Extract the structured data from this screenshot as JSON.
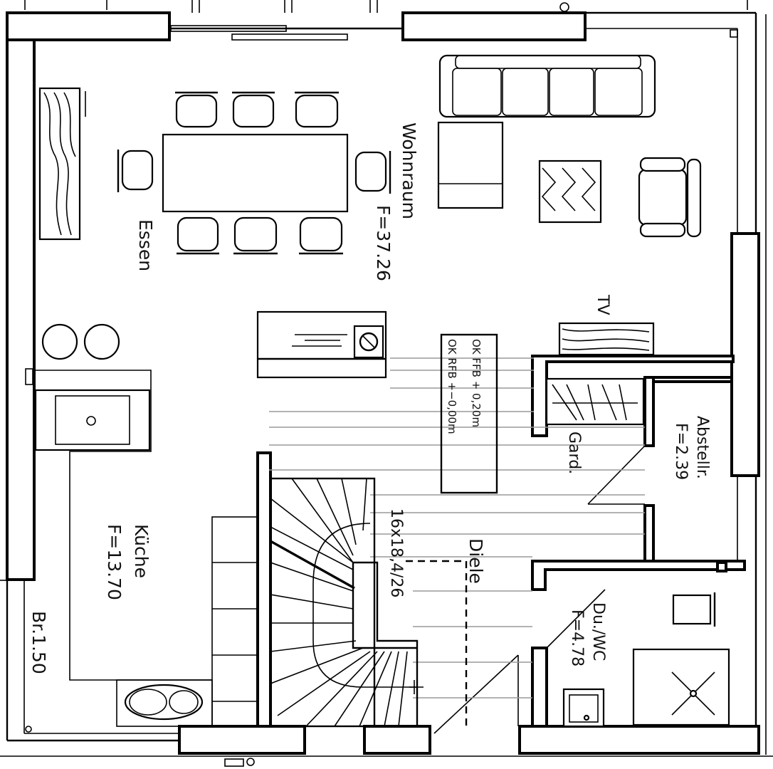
{
  "rooms": {
    "wohnraum": {
      "name": "Wohnraum",
      "area": "F=37.26"
    },
    "essen": {
      "name": "Essen"
    },
    "kueche": {
      "name": "Küche",
      "area": "F=13.70"
    },
    "abstellraum": {
      "name": "Abstellr.",
      "area": "F=2.39"
    },
    "garderobe": {
      "name": "Gard."
    },
    "diele": {
      "name": "Diele"
    },
    "du_wc": {
      "name": "Du./WC",
      "area": "F=4.78"
    }
  },
  "labels": {
    "tv": "TV",
    "stairs": "16x18,4/26",
    "window_width": "Br.1.50"
  },
  "level_box": {
    "line1": "OK FFB  + 0,20m",
    "line2": "OK RFB  +−0,00m"
  }
}
